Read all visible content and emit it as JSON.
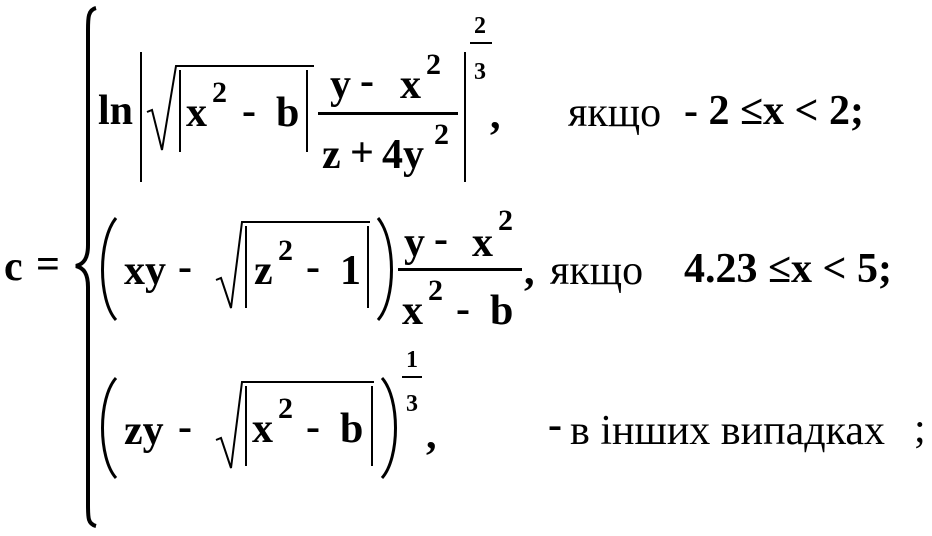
{
  "formula": {
    "lhs": "c",
    "eq": "=",
    "case1": {
      "ln": "ln",
      "x": "x",
      "exp2": "2",
      "minus": "-",
      "b": "b",
      "num_y": "y",
      "num_minus": "-",
      "num_x": "x",
      "num_exp": "2",
      "den_z": "z",
      "den_plus": "+",
      "den_4y": "4y",
      "den_exp": "2",
      "power_num": "2",
      "power_den": "3",
      "comma": ",",
      "cond_word": "якщо",
      "cond_math": "- 2 ≤x < 2;"
    },
    "case2": {
      "xy": "xy",
      "minus": "-",
      "z": "z",
      "exp2": "2",
      "minus2": "-",
      "one": "1",
      "num_y": "y",
      "num_minus": "-",
      "num_x": "x",
      "num_exp": "2",
      "den_x": "x",
      "den_exp": "2",
      "den_minus": "-",
      "den_b": "b",
      "comma": ",",
      "cond_word": "якщо",
      "cond_math": "4.23 ≤x < 5;"
    },
    "case3": {
      "zy": "zy",
      "minus": "-",
      "x": "x",
      "exp2": "2",
      "minus2": "-",
      "b": "b",
      "power_num": "1",
      "power_den": "3",
      "comma": ",",
      "cond_dash": "-",
      "cond_text": "в інших випадках",
      "cond_end": ";"
    }
  }
}
